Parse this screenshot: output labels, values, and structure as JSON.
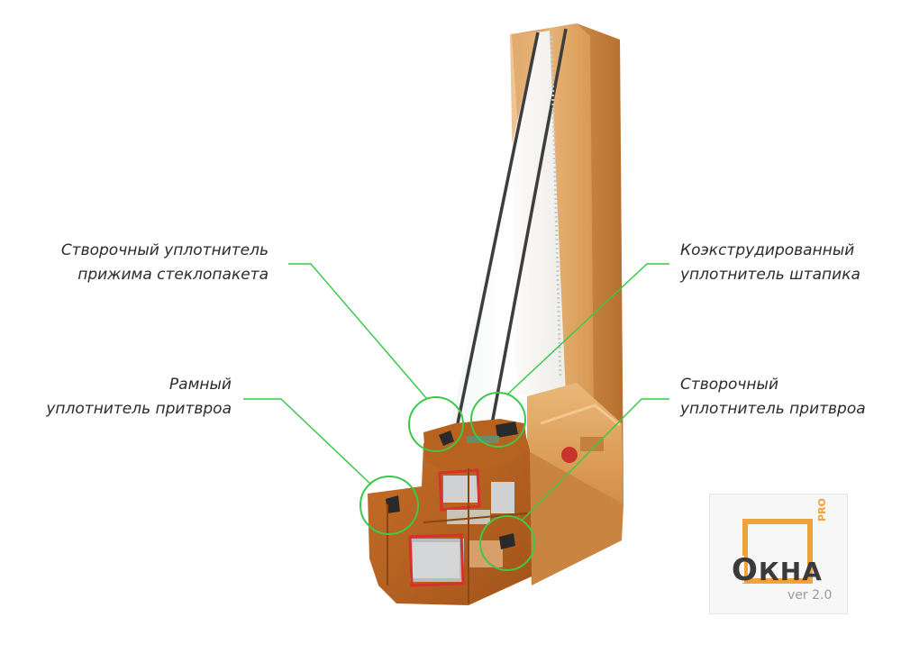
{
  "labels": {
    "sash_glass_seal": [
      "Створочный уплотнитель",
      "прижима стеклопакета"
    ],
    "frame_seal": [
      "Рамный",
      "уплотнитель притвроа"
    ],
    "coextruded_seal": [
      "Коэкструдированный",
      "уплотнитель штапика"
    ],
    "sash_rebate_seal": [
      "Створочный",
      "уплотнитель притвроа"
    ]
  },
  "logo": {
    "word_first": "О",
    "word_rest": "КНА",
    "pro": "PRO",
    "version": "ver 2.0"
  },
  "colors": {
    "leader": "#3cc84a",
    "wood_light": "#e3ac6c",
    "wood_mid": "#c98441",
    "wood_dark": "#9a5a24",
    "profile": "#b8621f",
    "seal": "#2a2a2a",
    "reinforcement": "#d8302a",
    "logo_accent": "#f2a23a"
  }
}
